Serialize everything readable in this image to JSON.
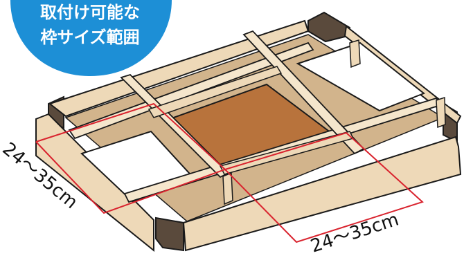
{
  "badge": {
    "line1": "取付け可能な",
    "line2": "枠サイズ範囲",
    "color": "#1d8fd6"
  },
  "dimensions": {
    "left": "24〜35cm",
    "bottom": "24〜35cm",
    "line_color": "#d9232e"
  },
  "colors": {
    "wood": "#eed9b8",
    "wood_light": "#f5e6cc",
    "wood_dark": "#d2b48c",
    "opening": "#ffffff",
    "panel": "#b8733c",
    "corner_dark": "#5a4a3c",
    "outline": "#1a1a1a"
  }
}
